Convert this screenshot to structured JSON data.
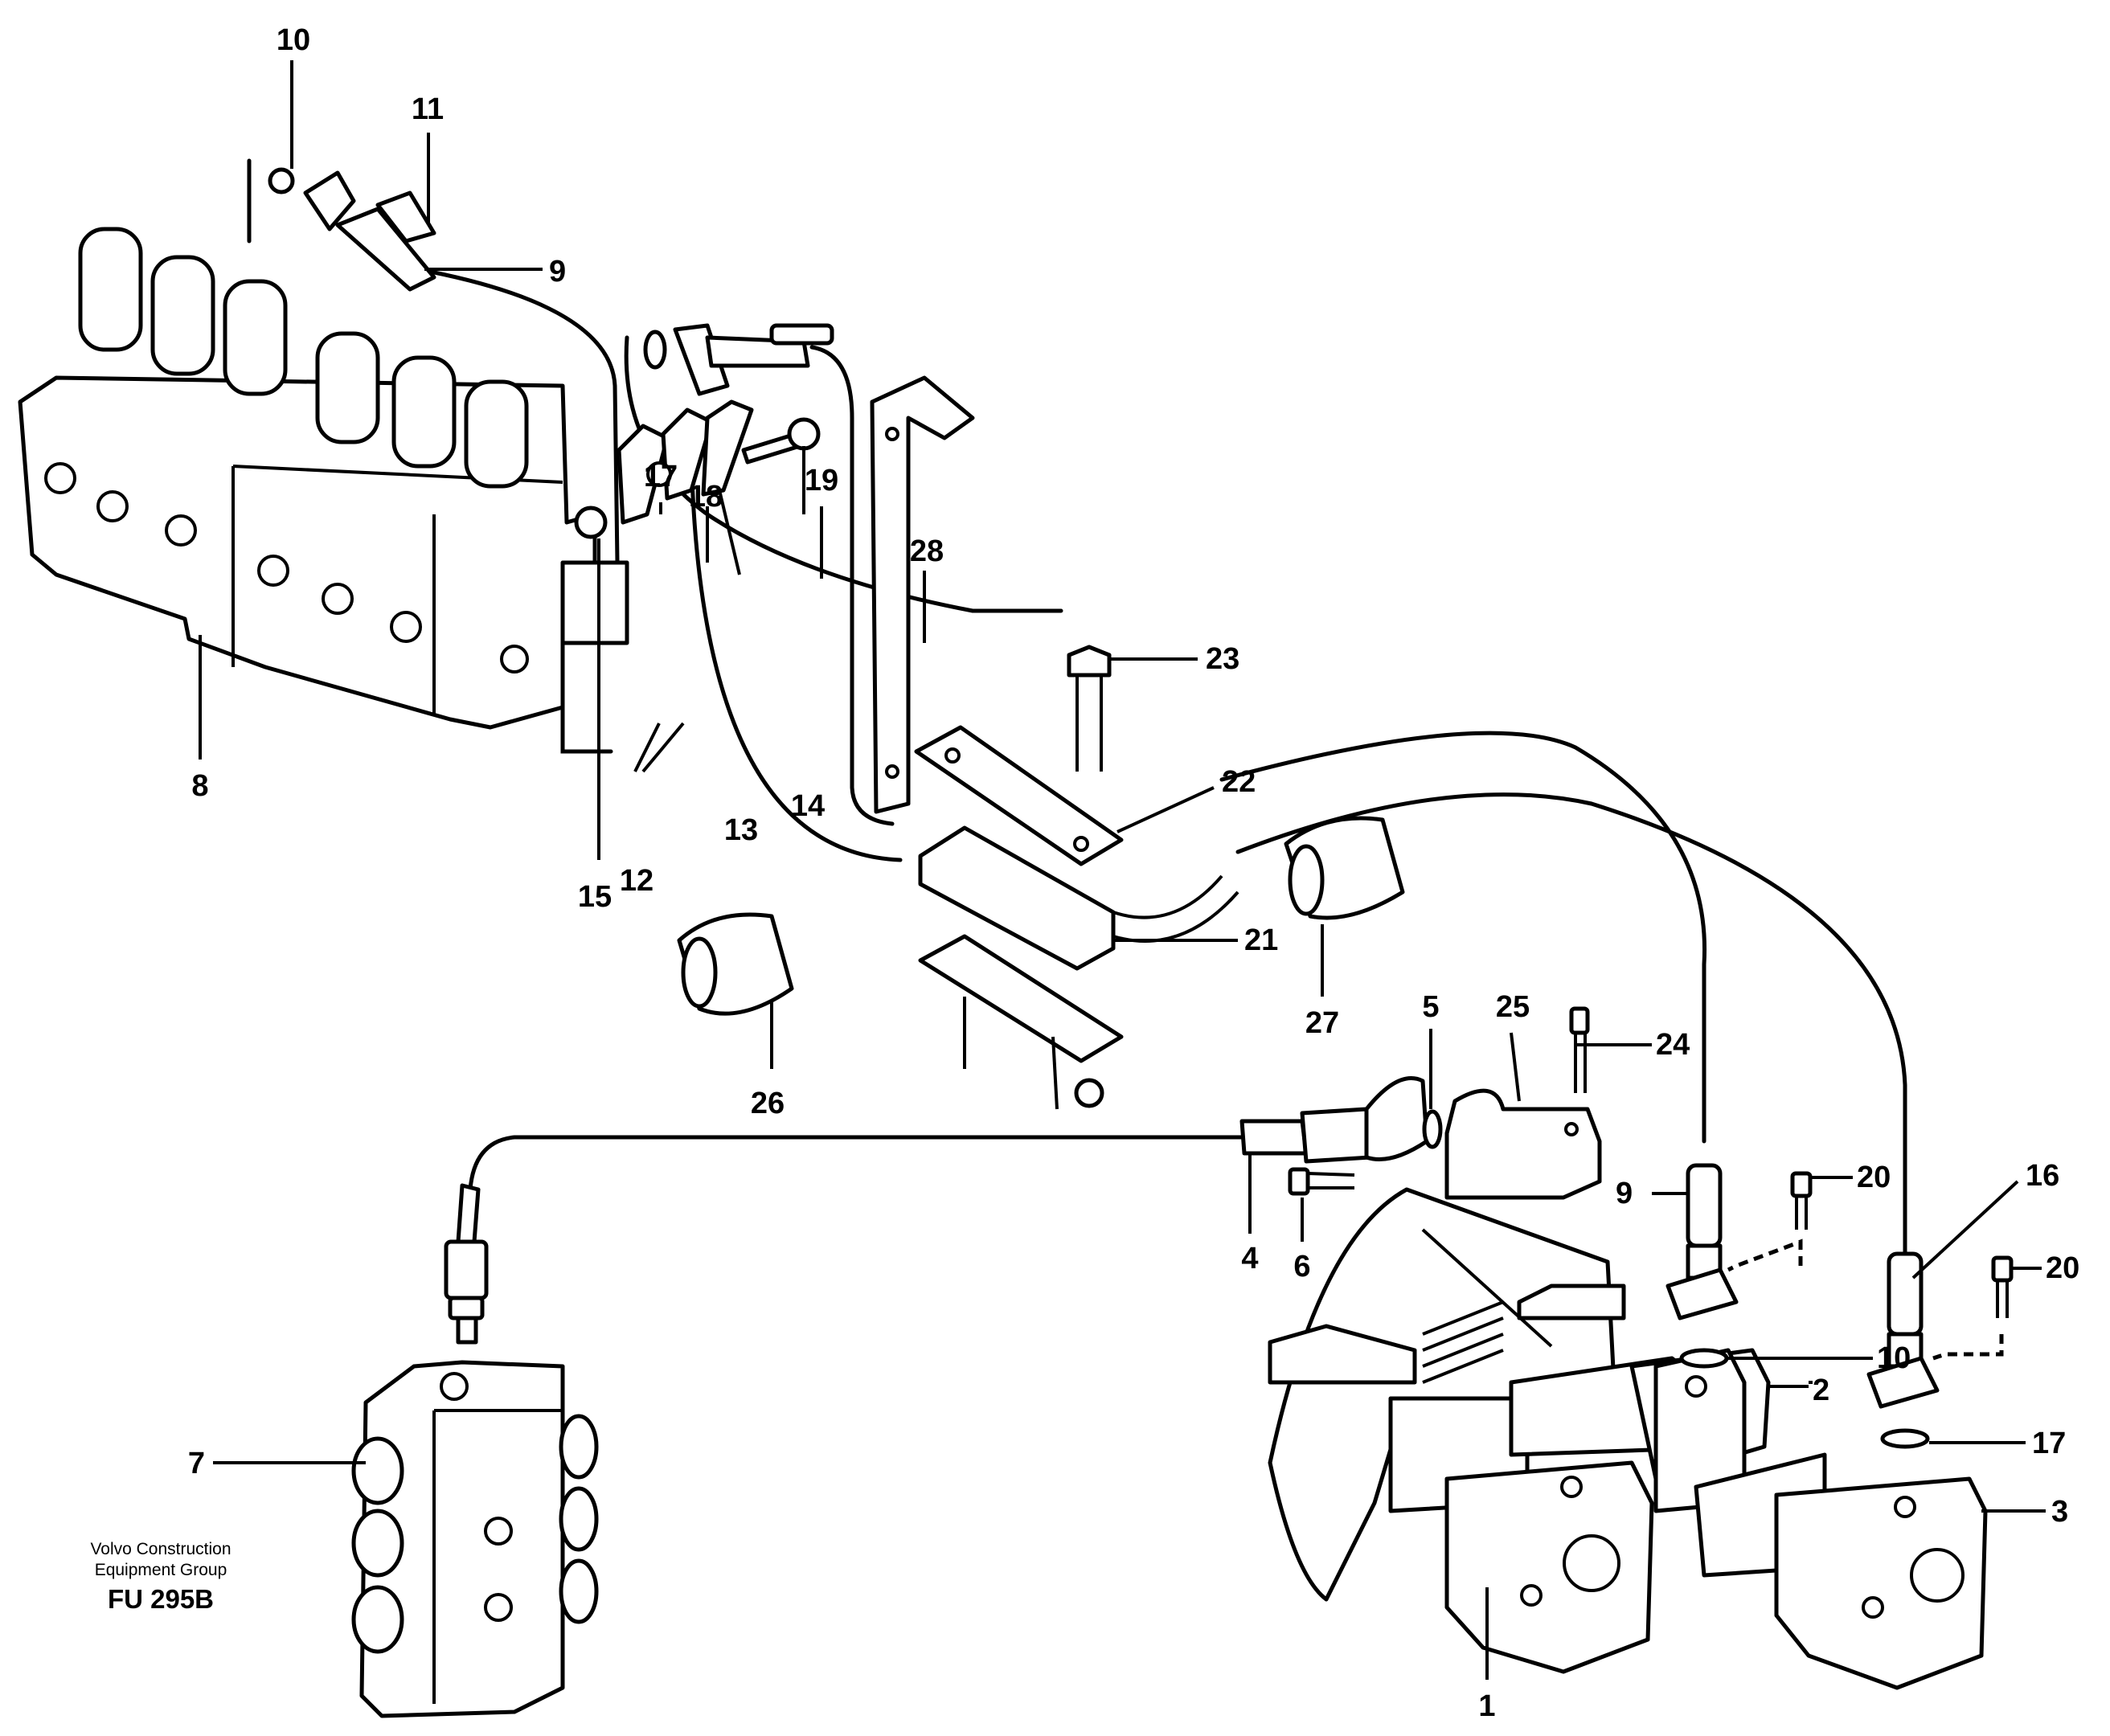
{
  "callouts": [
    {
      "id": "c10a",
      "text": "10"
    },
    {
      "id": "c11",
      "text": "11"
    },
    {
      "id": "c9a",
      "text": "9"
    },
    {
      "id": "c8",
      "text": "8"
    },
    {
      "id": "c17a",
      "text": "17"
    },
    {
      "id": "c18",
      "text": "18"
    },
    {
      "id": "c19",
      "text": "19"
    },
    {
      "id": "c28",
      "text": "28"
    },
    {
      "id": "c23",
      "text": "23"
    },
    {
      "id": "c22",
      "text": "22"
    },
    {
      "id": "c14",
      "text": "14"
    },
    {
      "id": "c13",
      "text": "13"
    },
    {
      "id": "c15",
      "text": "15"
    },
    {
      "id": "c12",
      "text": "12"
    },
    {
      "id": "c21",
      "text": "21"
    },
    {
      "id": "c27",
      "text": "27"
    },
    {
      "id": "c26",
      "text": "26"
    },
    {
      "id": "c5",
      "text": "5"
    },
    {
      "id": "c25",
      "text": "25"
    },
    {
      "id": "c24",
      "text": "24"
    },
    {
      "id": "c9b",
      "text": "9"
    },
    {
      "id": "c20a",
      "text": "20"
    },
    {
      "id": "c16",
      "text": "16"
    },
    {
      "id": "c20b",
      "text": "20"
    },
    {
      "id": "c4",
      "text": "4"
    },
    {
      "id": "c6",
      "text": "6"
    },
    {
      "id": "c10b",
      "text": "10"
    },
    {
      "id": "c2",
      "text": "2"
    },
    {
      "id": "c17b",
      "text": "17"
    },
    {
      "id": "c3",
      "text": "3"
    },
    {
      "id": "c7",
      "text": "7"
    },
    {
      "id": "c1",
      "text": "1"
    }
  ],
  "caption": {
    "line1": "Volvo Construction",
    "line2": "Equipment Group",
    "code": "FU 295B"
  }
}
